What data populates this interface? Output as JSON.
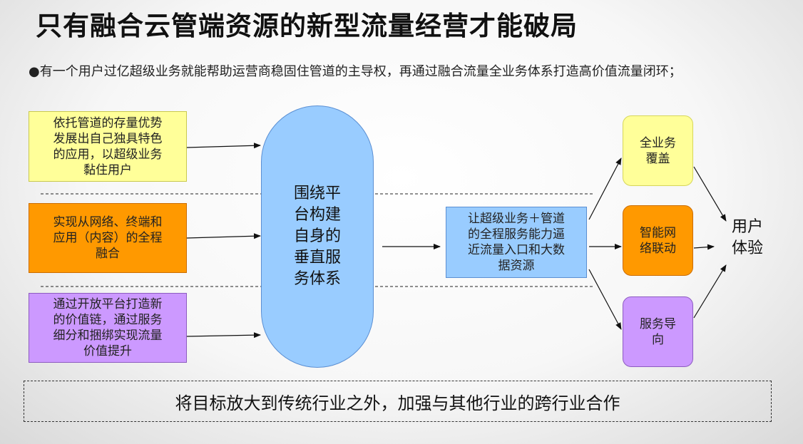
{
  "title": "只有融合云管端资源的新型流量经营才能破局",
  "bullet": "●有一个用户过亿超级业务就能帮助运营商稳固住管道的主导权，再通过融合流量全业务体系打造高价值流量闭环；",
  "left_boxes": [
    {
      "lines": [
        "依托管道的存量优势",
        "发展出自己独具特色",
        "的应用，以超级业务",
        "黏住用户"
      ]
    },
    {
      "lines": [
        "实现从网络、终端和",
        "应用（内容）的全程",
        "融合"
      ]
    },
    {
      "lines": [
        "通过开放平台打造新",
        "的价值链，通过服务",
        "细分和捆绑实现流量",
        "价值提升"
      ]
    }
  ],
  "center": {
    "lines": [
      "围绕平",
      "台构建",
      "自身的",
      "垂直服",
      "务体系"
    ]
  },
  "middle_box": {
    "lines": [
      "让超级业务＋管道",
      "的全程服务能力逼",
      "近流量入口和大数",
      "据资源"
    ]
  },
  "right_boxes": [
    {
      "lines": [
        "全业务",
        "覆盖"
      ]
    },
    {
      "lines": [
        "智能网",
        "络联动"
      ]
    },
    {
      "lines": [
        "服务导",
        "向"
      ]
    }
  ],
  "user_experience": {
    "lines": [
      "用户",
      "体验"
    ]
  },
  "bottom_banner": "将目标放大到传统行业之外，加强与其他行业的跨行业合作",
  "colors": {
    "yellow": "#ffff99",
    "orange": "#ff9900",
    "purple": "#cc99ff",
    "light_blue": "#99ccff"
  }
}
